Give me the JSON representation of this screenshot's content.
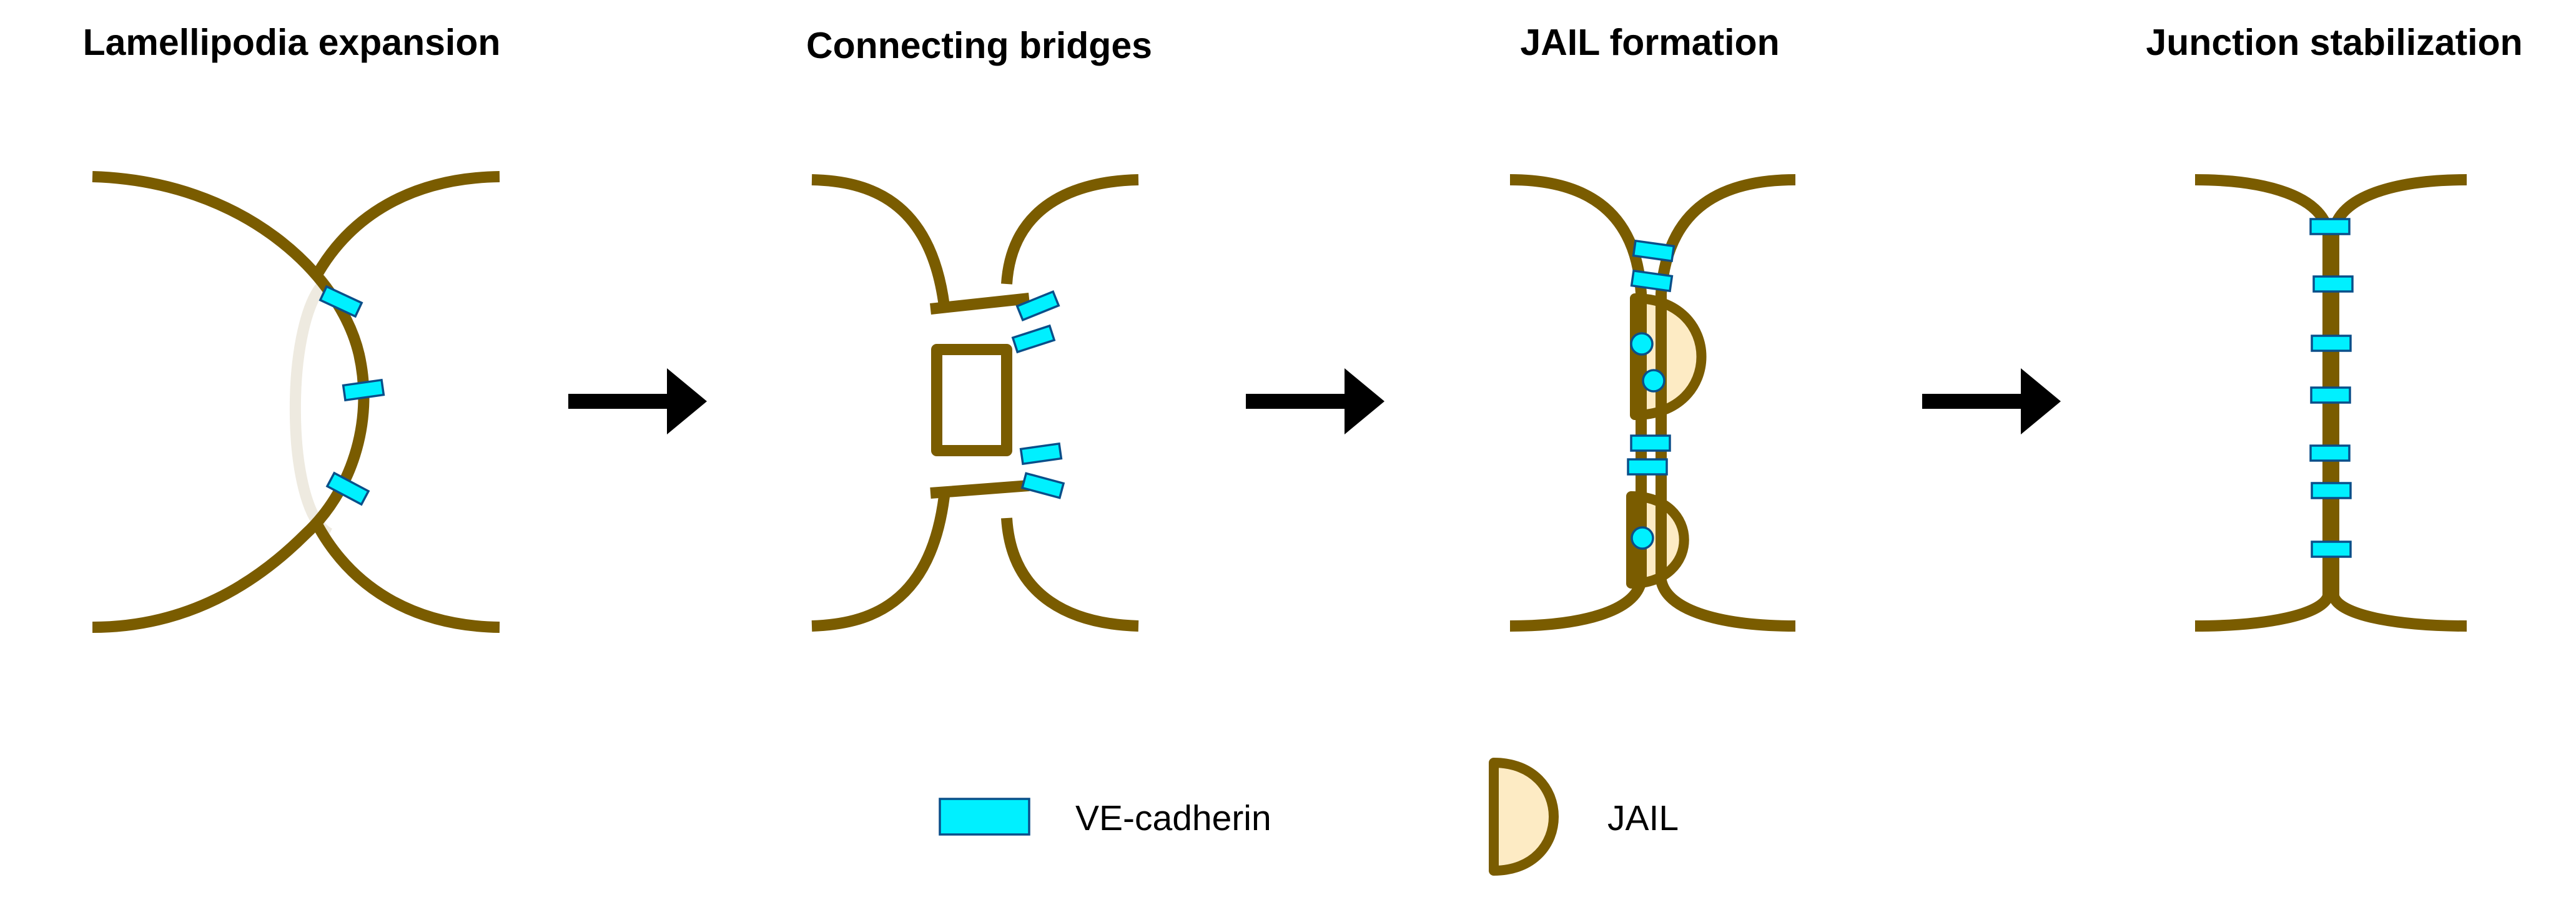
{
  "stages": [
    {
      "title": "Lamellipodia expansion"
    },
    {
      "title": "Connecting bridges"
    },
    {
      "title": "JAIL formation"
    },
    {
      "title": "Junction stabilization"
    }
  ],
  "legend": {
    "ve_cadherin": {
      "label": "VE-cadherin",
      "icon": "ve-cadherin-icon"
    },
    "jail": {
      "label": "JAIL",
      "icon": "jail-icon"
    }
  },
  "arrows": [
    {
      "icon": "right-arrow-icon"
    },
    {
      "icon": "right-arrow-icon"
    },
    {
      "icon": "right-arrow-icon"
    }
  ],
  "colors": {
    "membrane": "#7a5c00",
    "ve_cadherin_fill": "#00f0ff",
    "ve_cadherin_stroke": "#0a4f8a",
    "jail_fill": "#fdebc4",
    "ghost": "#eeeae0",
    "arrow": "#000000"
  }
}
